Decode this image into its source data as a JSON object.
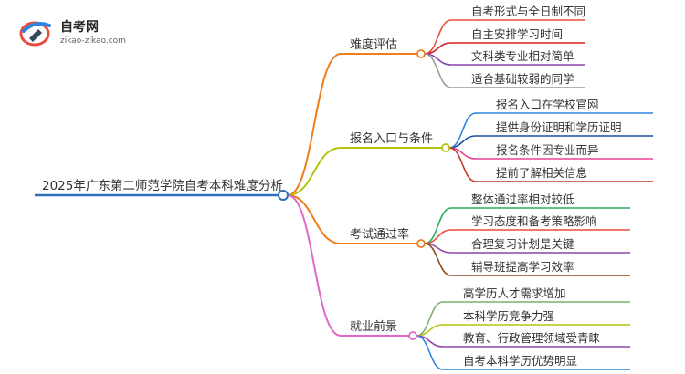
{
  "logo": {
    "title": "自考网",
    "subtitle": "zikao-zikao.com"
  },
  "root": {
    "label": "2025年广东第二师范学院自考本科难度分析",
    "color": "#2f6fb8"
  },
  "branches": [
    {
      "label": "难度评估",
      "color": "#f07d1a",
      "leaves": [
        {
          "label": "自考形式与全日制不同",
          "color": "#e94e3c"
        },
        {
          "label": "自主安排学习时间",
          "color": "#d81e1e"
        },
        {
          "label": "文科类专业相对简单",
          "color": "#8e44ad"
        },
        {
          "label": "适合基础较弱的同学",
          "color": "#999999"
        }
      ]
    },
    {
      "label": "报名入口与条件",
      "color": "#b5c20f",
      "leaves": [
        {
          "label": "报名入口在学校官网",
          "color": "#2e86de"
        },
        {
          "label": "提供身份证明和学历证明",
          "color": "#1b4f9c"
        },
        {
          "label": "报名条件因专业而异",
          "color": "#e84393"
        },
        {
          "label": "提前了解相关信息",
          "color": "#c0392b"
        }
      ]
    },
    {
      "label": "考试通过率",
      "color": "#f07d1a",
      "leaves": [
        {
          "label": "整体通过率相对较低",
          "color": "#27ae60"
        },
        {
          "label": "学习态度和备考策略影响",
          "color": "#e74c3c"
        },
        {
          "label": "合理复习计划是关键",
          "color": "#8e44ad"
        },
        {
          "label": "辅导班提高学习效率",
          "color": "#8b4513"
        }
      ]
    },
    {
      "label": "就业前景",
      "color": "#e066c8",
      "leaves": [
        {
          "label": "高学历人才需求增加",
          "color": "#7fb069"
        },
        {
          "label": "本科学历竞争力强",
          "color": "#b5c20f"
        },
        {
          "label": "教育、行政管理领域受青睐",
          "color": "#8e44ad"
        },
        {
          "label": "自考本科学历优势明显",
          "color": "#2e86de"
        }
      ]
    }
  ]
}
